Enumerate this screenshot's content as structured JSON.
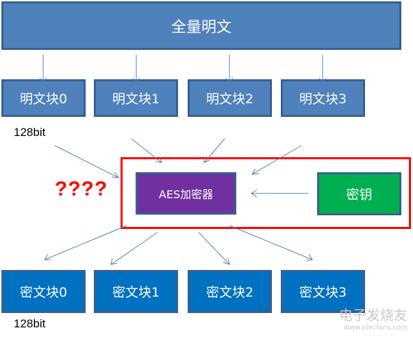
{
  "top_box": "全量明文",
  "plain_blocks": [
    "明文块0",
    "明文块1",
    "明文块2",
    "明文块3"
  ],
  "cipher_blocks": [
    "密文块0",
    "密文块1",
    "密文块2",
    "密文块3"
  ],
  "block_size_label_top": "128bit",
  "block_size_label_bottom": "128bit",
  "question_marks": "????",
  "encryptor": "AES加密器",
  "key": "密钥",
  "watermark": {
    "brand": "电子发烧友",
    "url": "www.elecfans.com"
  },
  "colors": {
    "plain": "#4f81bd",
    "cipher": "#0070c0",
    "encryptor": "#7030a0",
    "key": "#00b050",
    "highlight": "#ff0000",
    "arrow": "#4f81bd"
  }
}
